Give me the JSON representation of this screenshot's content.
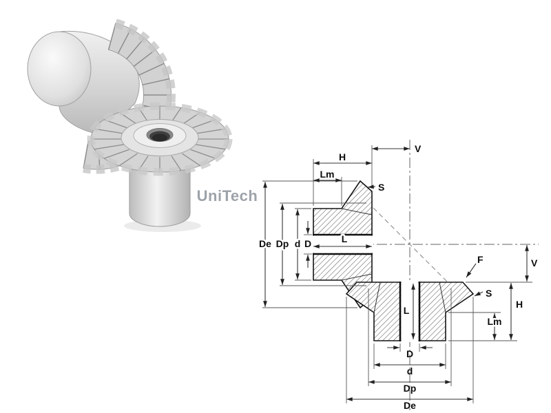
{
  "watermark": "UniTech",
  "drawing": {
    "top": {
      "h": "H",
      "lm": "Lm",
      "s": "S",
      "v": "V"
    },
    "left": {
      "de": "De",
      "dp": "Dp",
      "d_hub": "d",
      "d_bore": "D",
      "l": "L"
    },
    "right": {
      "f": "F",
      "v": "V",
      "s": "S",
      "h": "H",
      "lm": "Lm"
    },
    "bottom": {
      "l": "L",
      "d_bore": "D",
      "d_hub": "d",
      "dp": "Dp",
      "de": "De"
    }
  }
}
